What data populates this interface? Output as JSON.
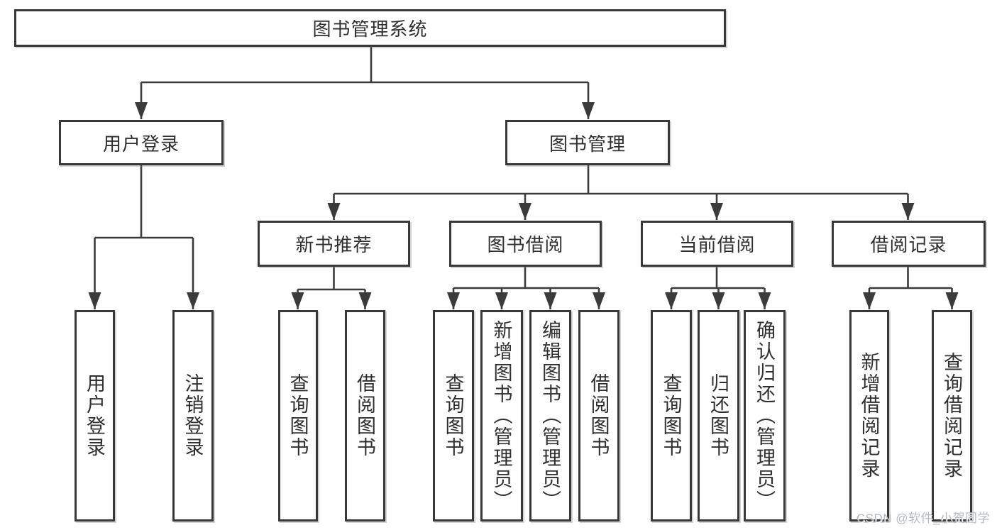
{
  "diagram": {
    "title": "图书管理系统",
    "nodes": {
      "root": {
        "label": "图书管理系统"
      },
      "level2": [
        {
          "label": "用户登录"
        },
        {
          "label": "图书管理"
        }
      ],
      "level3": [
        {
          "label": "新书推荐"
        },
        {
          "label": "图书借阅"
        },
        {
          "label": "当前借阅"
        },
        {
          "label": "借阅记录"
        }
      ],
      "leaves": {
        "user_login": [
          {
            "label": "用户登录"
          },
          {
            "label": "注销登录"
          }
        ],
        "new_book_recommend": [
          {
            "label": "查询图书"
          },
          {
            "label": "借阅图书"
          }
        ],
        "book_borrow": [
          {
            "label": "查询图书"
          },
          {
            "label": "新增图书（管理员）"
          },
          {
            "label": "编辑图书（管理员）"
          },
          {
            "label": "借阅图书"
          }
        ],
        "current_borrow": [
          {
            "label": "查询图书"
          },
          {
            "label": "归还图书"
          },
          {
            "label": "确认归还（管理员）"
          }
        ],
        "borrow_records": [
          {
            "label": "新增借阅记录"
          },
          {
            "label": "查询借阅记录"
          }
        ]
      }
    },
    "colors": {
      "line": "#3b3b3b",
      "border": "#383838",
      "text": "#2f2f2f",
      "watermark": "#b5b9be",
      "background": "#ffffff"
    },
    "watermark": "CSDN @软件_小贺同学"
  }
}
